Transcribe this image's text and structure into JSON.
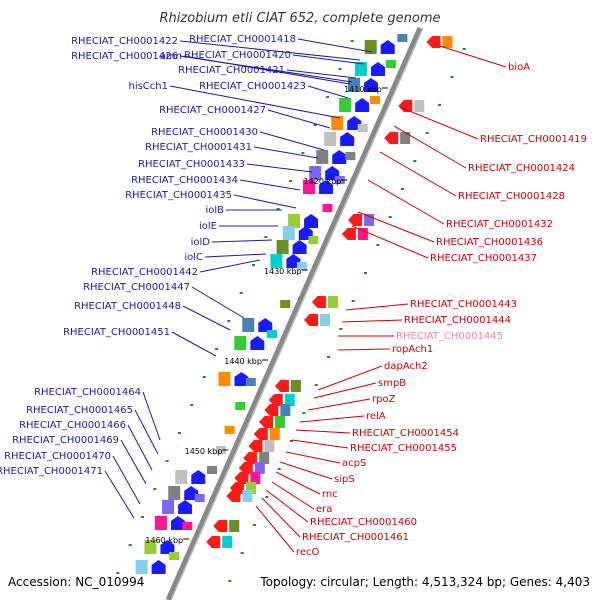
{
  "title": "Rhizobium etli CIAT 652, complete genome",
  "accession": "Accession: NC_010994",
  "topology": "Topology: circular; Length: 4,513,324 bp; Genes: 4,403",
  "ticks": [
    "1410 kbp",
    "1420 kbp",
    "1430 kbp",
    "1440 kbp",
    "1450 kbp",
    "1460 kbp"
  ],
  "left_genes": [
    "RHECIAT_CH0001422",
    "RHECIAT_CH0001418",
    "RHECIAT_CH0001420",
    "RHECIAT_CH0001426",
    "amn",
    "RHECIAT_CH0001421",
    "hisCch1",
    "RHECIAT_CH0001423",
    "RHECIAT_CH0001427",
    "RHECIAT_CH0001430",
    "RHECIAT_CH0001431",
    "RHECIAT_CH0001433",
    "RHECIAT_CH0001434",
    "RHECIAT_CH0001435",
    "iolB",
    "iolE",
    "iolD",
    "iolC",
    "RHECIAT_CH0001442",
    "RHECIAT_CH0001447",
    "RHECIAT_CH0001448",
    "RHECIAT_CH0001451",
    "RHECIAT_CH0001464",
    "RHECIAT_CH0001465",
    "RHECIAT_CH0001466",
    "RHECIAT_CH0001469",
    "RHECIAT_CH0001470",
    "RHECIAT_CH0001471"
  ],
  "right_genes": [
    "bioA",
    "RHECIAT_CH0001419",
    "RHECIAT_CH0001424",
    "RHECIAT_CH0001428",
    "RHECIAT_CH0001432",
    "RHECIAT_CH0001436",
    "RHECIAT_CH0001437",
    "RHECIAT_CH0001443",
    "RHECIAT_CH0001444",
    "RHECIAT_CH0001445",
    "ropAch1",
    "dapAch2",
    "smpB",
    "rpoZ",
    "relA",
    "RHECIAT_CH0001454",
    "RHECIAT_CH0001455",
    "acpS",
    "sipS",
    "rnc",
    "era",
    "RHECIAT_CH0001460",
    "RHECIAT_CH0001461",
    "recO"
  ],
  "colors": {
    "backbone": "#888888",
    "left_label": "#1a1aa6",
    "right_label": "#cc0000",
    "forward_arrow": "#1a1aff",
    "reverse_arrow": "#ff1a1a",
    "tick_dot": "#228b22"
  }
}
